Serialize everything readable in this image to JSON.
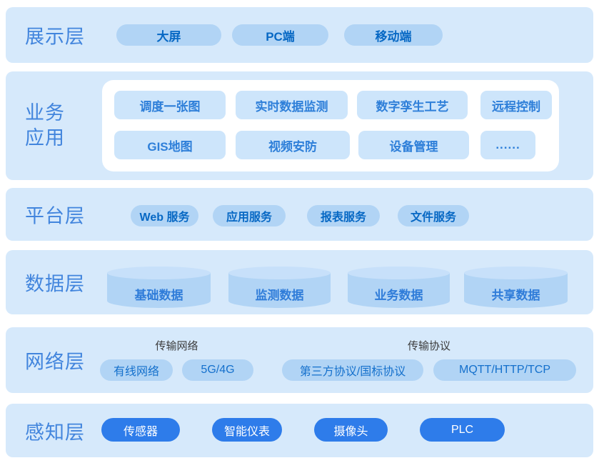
{
  "colors": {
    "band_bg": "#d6e9fb",
    "pill_bg": "#b1d4f5",
    "panel_bg": "#ffffff",
    "app_button_bg": "#cde5fb",
    "cylinder_top": "#c7e0fa",
    "cylinder_body": "#b1d4f5",
    "solid_pill_bg": "#2e7cea",
    "pill_text": "#0768c4",
    "app_button_text": "#2e7fd9",
    "cylinder_text": "#2f7cd9",
    "layer_label_text": "#4285dd",
    "group_label_text": "#3b3b3b",
    "solid_pill_text": "#ffffff"
  },
  "layers": {
    "display": {
      "label": "展示层",
      "pills": [
        "大屏",
        "PC端",
        "移动端"
      ]
    },
    "business": {
      "label_lines": [
        "业务",
        "应用"
      ],
      "buttons": [
        "调度一张图",
        "实时数据监测",
        "数字孪生工艺",
        "远程控制",
        "GIS地图",
        "视频安防",
        "设备管理",
        "......"
      ]
    },
    "platform": {
      "label": "平台层",
      "pills": [
        "Web 服务",
        "应用服务",
        "报表服务",
        "文件服务"
      ]
    },
    "data": {
      "label": "数据层",
      "cylinders": [
        "基础数据",
        "监测数据",
        "业务数据",
        "共享数据"
      ]
    },
    "network": {
      "label": "网络层",
      "groups": [
        {
          "title": "传输网络",
          "pills": [
            "有线网络",
            "5G/4G"
          ]
        },
        {
          "title": "传输协议",
          "pills": [
            "第三方协议/国标协议",
            "MQTT/HTTP/TCP"
          ]
        }
      ]
    },
    "perception": {
      "label": "感知层",
      "pills": [
        "传感器",
        "智能仪表",
        "摄像头",
        "PLC"
      ]
    }
  }
}
